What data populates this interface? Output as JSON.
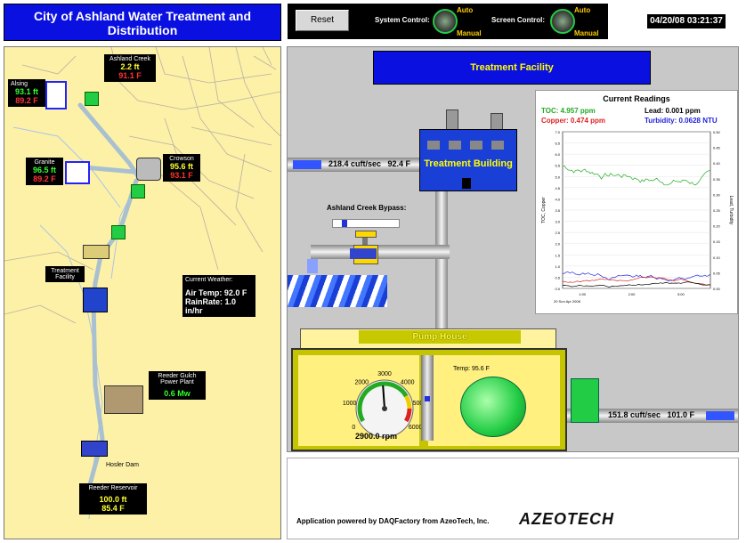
{
  "header": {
    "title": "City of Ashland Water Treatment and Distribution",
    "subtitle": "Supervisory Control System"
  },
  "controls": {
    "reset_label": "Reset",
    "system_control_label": "System Control:",
    "screen_control_label": "Screen Control:",
    "auto_label": "Auto",
    "manual_label": "Manual"
  },
  "datetime": "04/20/08 03:21:37",
  "map": {
    "alsing": {
      "name": "Alsing",
      "level": "93.1 ft",
      "temp": "89.2 F"
    },
    "ashland_creek": {
      "name": "Ashland Creek",
      "level": "2.2 ft",
      "temp": "91.1 F"
    },
    "granite": {
      "name": "Granite",
      "level": "96.5 ft",
      "temp": "89.2 F"
    },
    "crowson": {
      "name": "Crowson",
      "level": "95.6 ft",
      "temp": "93.1 F"
    },
    "treatment_facility": {
      "name": "Treatment Facility"
    },
    "weather": {
      "title": "Current Weather:",
      "air_temp": "Air Temp: 92.0 F",
      "rain_rate": "RainRate: 1.0 in/hr"
    },
    "power_plant": {
      "name": "Reeder Gulch Power Plant",
      "value": "0.6 Mw"
    },
    "dam": {
      "name": "Hosler Dam"
    },
    "reservoir": {
      "name": "Reeder Reservoir",
      "level": "100.0 ft",
      "temp": "85.4 F"
    }
  },
  "facility": {
    "title": "Treatment Facility",
    "building_label": "Treatment Building",
    "inflow": "218.4 cuft/sec   92.4 F",
    "bypass_label": "Ashland Creek Bypass:",
    "bypass_fraction": 0.15,
    "pump_house_label": "Pump House",
    "pump_temp": "Temp: 95.6 F",
    "rpm_readout": "2900.0 rpm",
    "gauge_value": 2900,
    "gauge_ticks": [
      "0",
      "1000",
      "2000",
      "3000",
      "4000",
      "5000",
      "6000"
    ],
    "outflow": "151.8 cuft/sec   101.0 F"
  },
  "readings": {
    "title": "Current Readings",
    "toc": "TOC: 4.957 ppm",
    "lead": "Lead: 0.001 ppm",
    "copper": "Copper: 0.474 ppm",
    "turbidity": "Turbidity: 0.0628 NTU",
    "left_axis_label": "TOC, Copper",
    "right_axis_label": "Lead, Turbidity",
    "left_ticks": [
      "7.0",
      "6.5",
      "6.0",
      "5.5",
      "5.0",
      "4.5",
      "4.0",
      "3.5",
      "3.0",
      "2.5",
      "2.0",
      "1.5",
      "1.0",
      "0.5",
      "0.0"
    ],
    "right_ticks": [
      "0.50",
      "0.45",
      "0.40",
      "0.35",
      "0.30",
      "0.25",
      "0.20",
      "0.15",
      "0.10",
      "0.05",
      "0.00"
    ],
    "x_ticks": [
      "1:00",
      "2:00",
      "3:00"
    ],
    "date_label": "20 Sun Apr 2008",
    "colors": {
      "toc": "#22aa22",
      "copper": "#dd2222",
      "lead": "#000000",
      "turbidity": "#2222dd"
    }
  },
  "footer": {
    "powered_by": "Application powered by DAQFactory from AzeoTech, Inc.",
    "logo": "AZEOTECH"
  }
}
